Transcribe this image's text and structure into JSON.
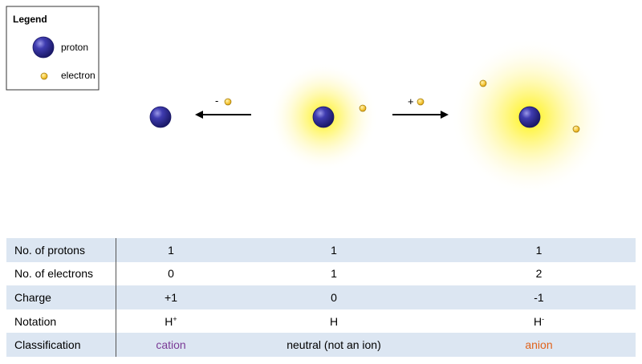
{
  "legend": {
    "title": "Legend",
    "items": [
      {
        "kind": "proton",
        "label": "proton"
      },
      {
        "kind": "electron",
        "label": "electron"
      }
    ]
  },
  "arrows": {
    "left": {
      "sign": "-"
    },
    "right": {
      "sign": "+"
    }
  },
  "colors": {
    "proton": "#2e2c8c",
    "electron": "#f3c23a",
    "glow": "#fff27a",
    "table_shade": "#dce6f2",
    "cation": "#7a3b96",
    "anion": "#e0621b"
  },
  "table": {
    "rows": [
      {
        "label": "No. of protons",
        "cation": "1",
        "neutral": "1",
        "anion": "1"
      },
      {
        "label": "No. of electrons",
        "cation": "0",
        "neutral": "1",
        "anion": "2"
      },
      {
        "label": "Charge",
        "cation": "+1",
        "neutral": "0",
        "anion": "-1"
      },
      {
        "label": "Notation",
        "cation_base": "H",
        "cation_sup": "+",
        "neutral": "H",
        "anion_base": "H",
        "anion_sup": "-"
      },
      {
        "label": "Classification",
        "cation": "cation",
        "neutral": "neutral (not an ion)",
        "anion": "anion"
      }
    ]
  }
}
